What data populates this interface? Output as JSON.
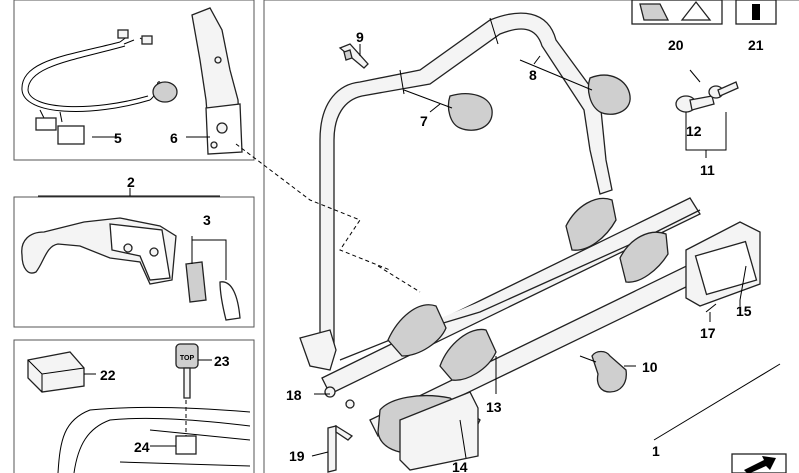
{
  "labels": {
    "l1": "1",
    "l2": "2",
    "l3": "3",
    "l5": "5",
    "l6": "6",
    "l7": "7",
    "l8": "8",
    "l9": "9",
    "l10": "10",
    "l11": "11",
    "l12": "12",
    "l13": "13",
    "l14": "14",
    "l15": "15",
    "l17": "17",
    "l18": "18",
    "l19": "19",
    "l20": "20",
    "l21": "21",
    "l22": "22",
    "l23": "23",
    "l24": "24"
  },
  "key_tag_text": "TOP",
  "colors": {
    "line": "#000000",
    "part_fill": "#f4f4f4",
    "part_dark": "#cfcfcf",
    "box_border": "#555555"
  }
}
